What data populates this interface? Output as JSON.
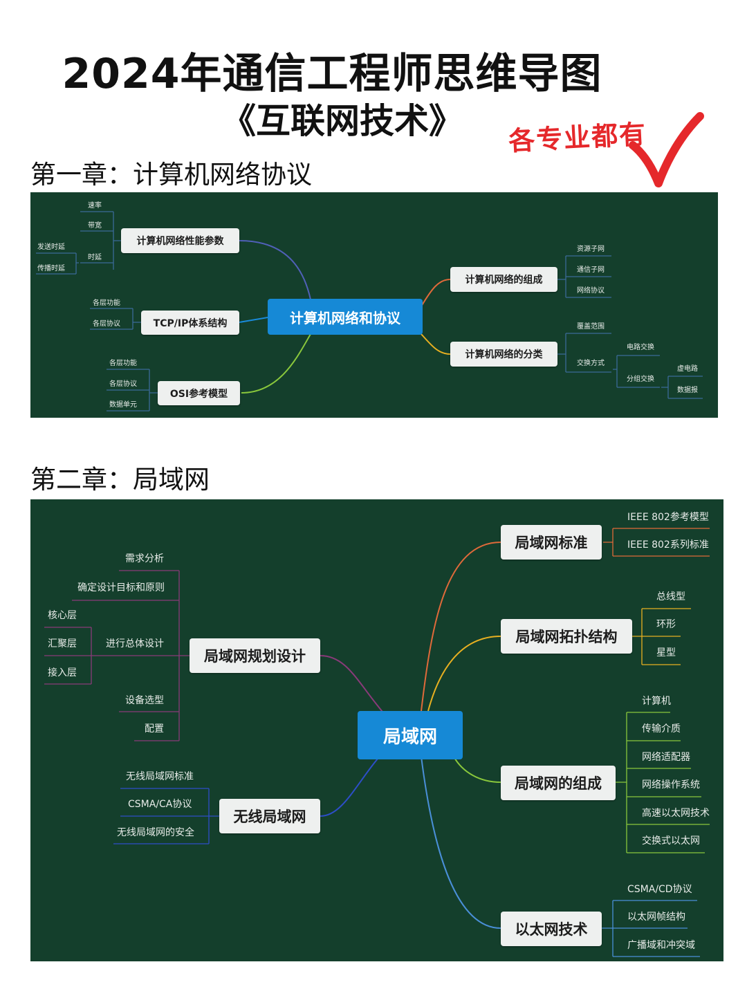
{
  "header": {
    "title": "2024年通信工程师思维导图",
    "subtitle": "《互联网技术》",
    "stamp": "各专业都有",
    "colors": {
      "stamp": "#e5282b",
      "panel": "#143f2c",
      "center": "#1689d6"
    }
  },
  "chapter1": {
    "heading": "第一章：计算机网络协议",
    "center": "计算机网络和协议",
    "perf": {
      "label": "计算机网络性能参数",
      "rate": "速率",
      "bandwidth": "带宽",
      "delay": "时延",
      "send_delay": "发送时延",
      "prop_delay": "传播时延"
    },
    "tcpip": {
      "label": "TCP/IP体系结构",
      "func": "各层功能",
      "proto": "各层协议"
    },
    "osi": {
      "label": "OSI参考模型",
      "func": "各层功能",
      "proto": "各层协议",
      "pdu": "数据单元"
    },
    "comp": {
      "label": "计算机网络的组成",
      "items": [
        "资源子网",
        "通信子网",
        "网络协议"
      ]
    },
    "cls": {
      "label": "计算机网络的分类",
      "coverage": "覆盖范围",
      "switching": "交换方式",
      "circuit": "电路交换",
      "packet": "分组交换",
      "vc": "虚电路",
      "dg": "数据报"
    }
  },
  "chapter2": {
    "heading": "第二章：局域网",
    "center": "局域网",
    "planning": {
      "label": "局域网规划设计",
      "req": "需求分析",
      "goal": "确定设计目标和原则",
      "overall": "进行总体设计",
      "core": "核心层",
      "agg": "汇聚层",
      "access": "接入层",
      "device": "设备选型",
      "config": "配置"
    },
    "wireless": {
      "label": "无线局域网",
      "items": [
        "无线局域网标准",
        "CSMA/CA协议",
        "无线局域网的安全"
      ]
    },
    "standard": {
      "label": "局域网标准",
      "items": [
        "IEEE 802参考模型",
        "IEEE 802系列标准"
      ]
    },
    "topo": {
      "label": "局域网拓扑结构",
      "items": [
        "总线型",
        "环形",
        "星型"
      ]
    },
    "comp": {
      "label": "局域网的组成",
      "items": [
        "计算机",
        "传输介质",
        "网络适配器",
        "网络操作系统",
        "高速以太网技术",
        "交换式以太网"
      ]
    },
    "eth": {
      "label": "以太网技术",
      "items": [
        "CSMA/CD协议",
        "以太网帧结构",
        "广播域和冲突域"
      ]
    }
  }
}
